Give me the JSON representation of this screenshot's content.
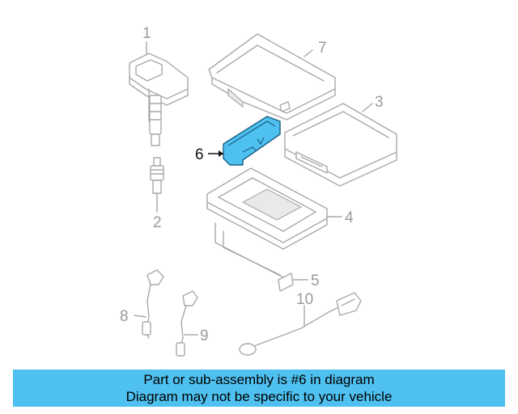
{
  "diagram": {
    "callouts": [
      {
        "id": "1",
        "label": "1"
      },
      {
        "id": "2",
        "label": "2"
      },
      {
        "id": "3",
        "label": "3"
      },
      {
        "id": "4",
        "label": "4"
      },
      {
        "id": "5",
        "label": "5"
      },
      {
        "id": "6",
        "label": "6"
      },
      {
        "id": "7",
        "label": "7"
      },
      {
        "id": "8",
        "label": "8"
      },
      {
        "id": "9",
        "label": "9"
      },
      {
        "id": "10",
        "label": "10"
      }
    ],
    "highlighted_part": "6",
    "highlight_color": "#4fc1f0"
  },
  "banner": {
    "line1": "Part or sub-assembly is #6 in diagram",
    "line2": "Diagram may not be specific to your vehicle",
    "color": "#4fc1f0"
  }
}
